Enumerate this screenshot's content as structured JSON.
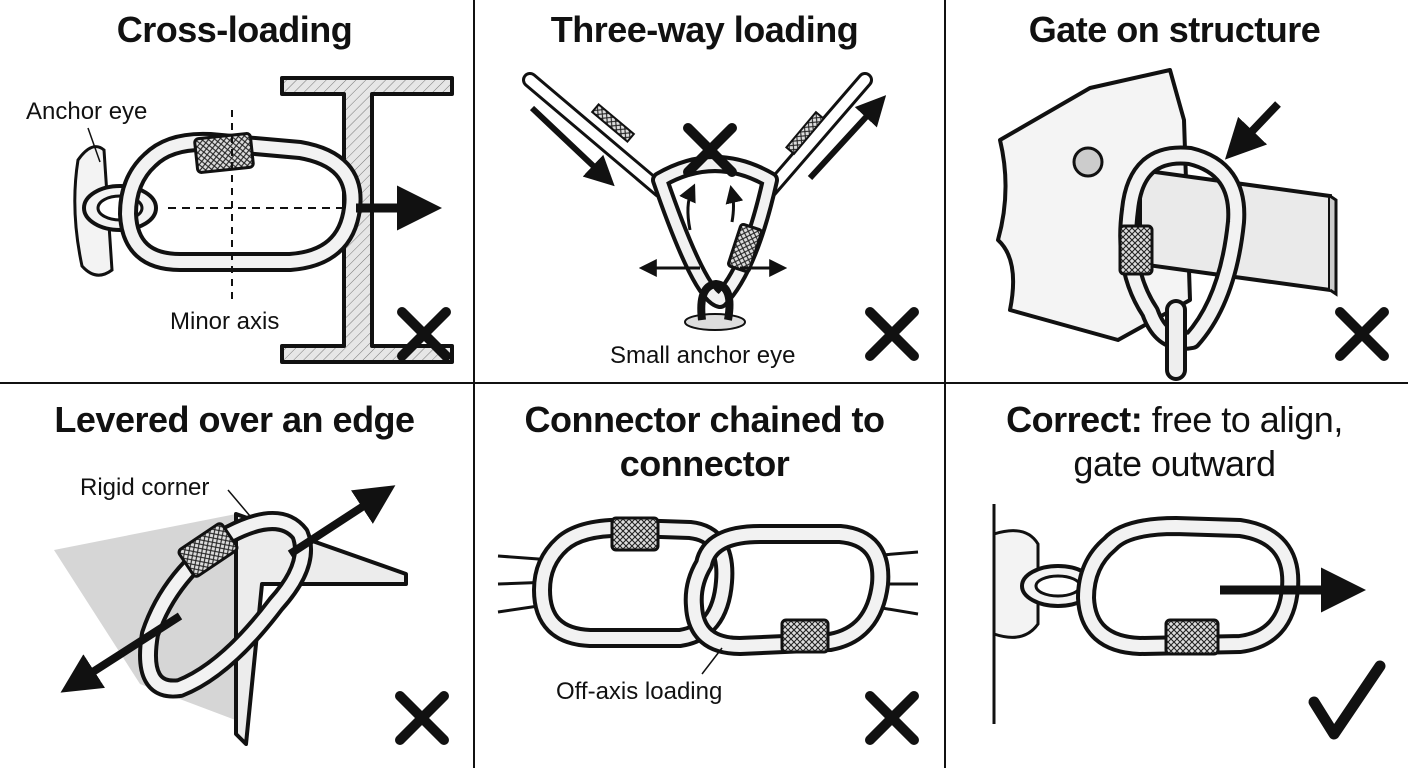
{
  "panels": [
    {
      "id": "cross-loading",
      "title": "Cross-loading",
      "labels": [
        "Anchor eye",
        "Minor axis"
      ],
      "verdict": "incorrect",
      "verdict_icon": "x-mark-icon"
    },
    {
      "id": "three-way-loading",
      "title": "Three-way loading",
      "labels": [
        "Small anchor eye"
      ],
      "verdict": "incorrect",
      "verdict_icon": "x-mark-icon"
    },
    {
      "id": "gate-on-structure",
      "title": "Gate on structure",
      "labels": [],
      "verdict": "incorrect",
      "verdict_icon": "x-mark-icon"
    },
    {
      "id": "levered-over-edge",
      "title": "Levered over an edge",
      "labels": [
        "Rigid corner"
      ],
      "verdict": "incorrect",
      "verdict_icon": "x-mark-icon"
    },
    {
      "id": "connector-chained",
      "title_lines": [
        "Connector chained to",
        "connector"
      ],
      "labels": [
        "Off-axis loading"
      ],
      "verdict": "incorrect",
      "verdict_icon": "x-mark-icon"
    },
    {
      "id": "correct",
      "title_bold": "Correct:",
      "title_rest": " free to align,",
      "title_line2": "gate outward",
      "labels": [],
      "verdict": "correct",
      "verdict_icon": "check-mark-icon"
    }
  ],
  "colors": {
    "ink": "#111111",
    "metal_light": "#f2f2f2",
    "metal_mid": "#cfcfcf",
    "shadow": "#bdbdbd"
  }
}
